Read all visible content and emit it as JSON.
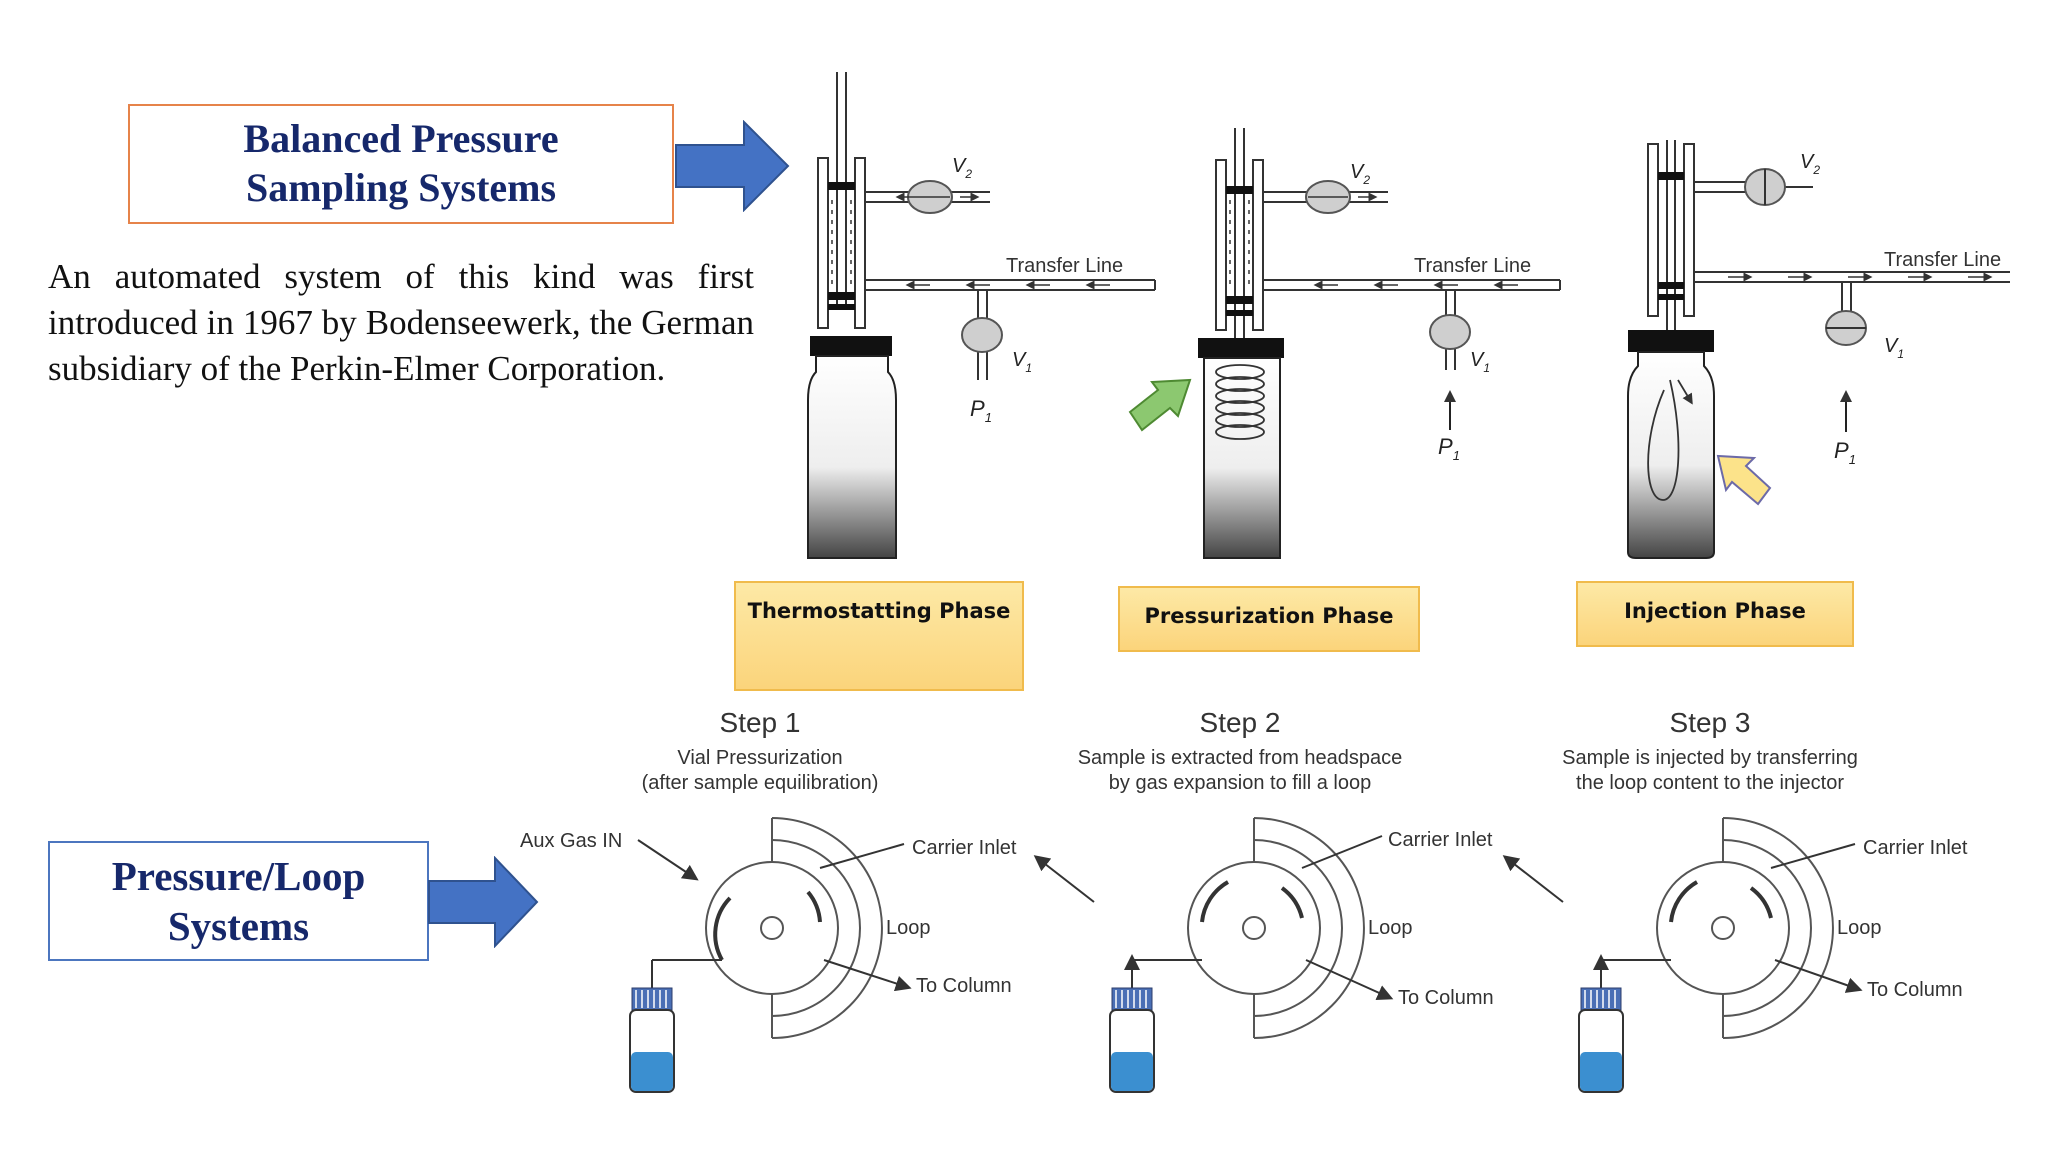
{
  "balanced": {
    "title_line1": "Balanced Pressure",
    "title_line2": "Sampling Systems",
    "description": "An automated system of this kind was first introduced in 1967 by Bodenseewerk, the German subsidiary of the Perkin-Elmer Corporation."
  },
  "pressure_loop": {
    "title_line1": "Pressure/Loop",
    "title_line2": "Systems"
  },
  "phases": [
    {
      "label": "Thermostatting Phase"
    },
    {
      "label": "Pressurization Phase"
    },
    {
      "label": "Injection Phase"
    }
  ],
  "vial_diagram_labels": {
    "transfer_line": "Transfer Line",
    "v2": "V",
    "v2_sub": "2",
    "v1": "V",
    "v1_sub": "1",
    "p1": "P",
    "p1_sub": "1"
  },
  "steps": [
    {
      "title": "Step 1",
      "desc_line1": "Vial Pressurization",
      "desc_line2": "(after sample equilibration)"
    },
    {
      "title": "Step 2",
      "desc_line1": "Sample is extracted from headspace",
      "desc_line2": "by gas expansion to fill a loop"
    },
    {
      "title": "Step 3",
      "desc_line1": "Sample is injected by transferring",
      "desc_line2": "the loop content to the injector"
    }
  ],
  "valve_labels": {
    "aux_gas_in": "Aux Gas IN",
    "carrier_inlet": "Carrier Inlet",
    "loop": "Loop",
    "to_column": "To Column"
  },
  "colors": {
    "navy_title": "#16286b",
    "orange_border": "#e6834a",
    "blue_border": "#4c76bf",
    "blue_arrow": "#4472c4",
    "green_arrow": "#8cc870",
    "yellow_arrow": "#fce38a",
    "phase_fill": "#fbd47b",
    "liquid_blue": "#3b8fd0"
  }
}
